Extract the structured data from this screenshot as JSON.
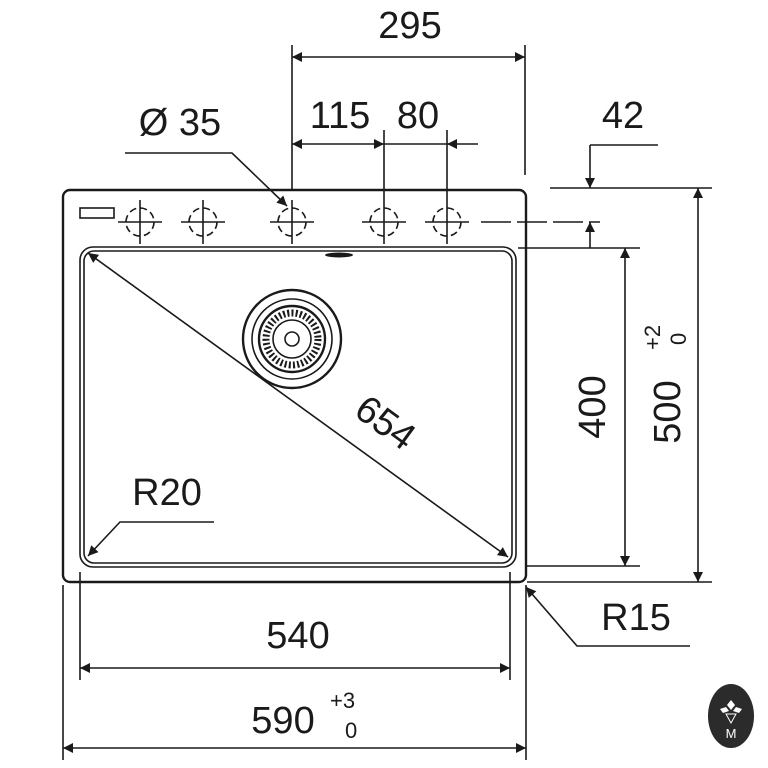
{
  "drawing": {
    "dim_width_holes": "295",
    "dim_hole_spacing_a": "115",
    "dim_hole_spacing_b": "80",
    "dim_hole_diameter": "Ø 35",
    "dim_hole_offset": "42",
    "dim_bowl_diagonal": "654",
    "dim_bowl_radius": "R20",
    "dim_bowl_depth": "400",
    "dim_total_depth": "500",
    "dim_total_depth_tol_upper": "+2",
    "dim_total_depth_tol_lower": "0",
    "dim_outer_radius": "R15",
    "dim_bowl_width": "540",
    "dim_total_width": "590",
    "dim_total_width_tol_upper": "+3",
    "dim_total_width_tol_lower": "0"
  },
  "logo": {
    "letter": "M",
    "color": "#2b2b2b"
  }
}
